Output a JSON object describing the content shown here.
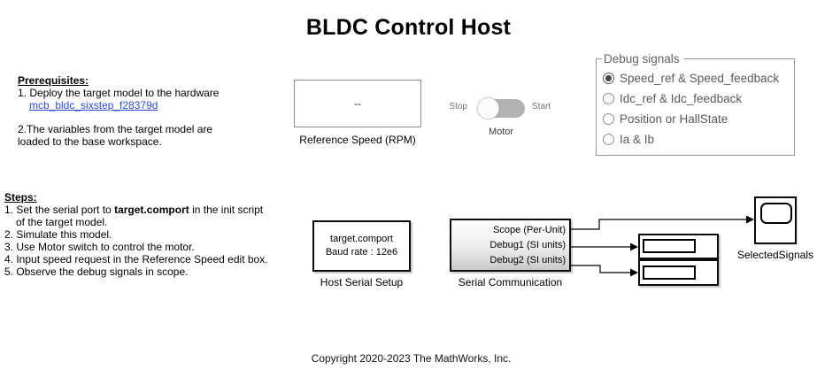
{
  "title": "BLDC Control Host",
  "prerequisites": {
    "heading": "Prerequisites:",
    "line1": "1. Deploy the target model to the hardware",
    "link": "mcb_bldc_sixstep_f28379d",
    "line2a": "2.The variables from the target model are",
    "line2b": "loaded to the base workspace."
  },
  "steps": {
    "heading": "Steps:",
    "step1_prefix": "1. Set the serial port to ",
    "step1_bold": "target.comport",
    "step1_suffix": " in the init script",
    "step1_cont": "of the target model.",
    "step2": "2. Simulate this model.",
    "step3": "3. Use Motor switch to control the motor.",
    "step4": "4. Input speed request in the Reference Speed edit box.",
    "step5": "5. Observe the debug signals in scope."
  },
  "reference_speed": {
    "value": "--",
    "label": "Reference Speed (RPM)"
  },
  "motor_switch": {
    "off_label": "Stop",
    "on_label": "Start",
    "label": "Motor",
    "state": "Stop"
  },
  "debug_signals": {
    "legend": "Debug signals",
    "options": [
      {
        "label": "Speed_ref & Speed_feedback",
        "selected": true
      },
      {
        "label": "Idc_ref & Idc_feedback",
        "selected": false
      },
      {
        "label": "Position or HallState",
        "selected": false
      },
      {
        "label": "Ia & Ib",
        "selected": false
      }
    ]
  },
  "host_serial_setup": {
    "line1": "target.comport",
    "line2": "Baud rate : 12e6",
    "label": "Host Serial Setup"
  },
  "serial_communication": {
    "label": "Serial Communication",
    "ports": [
      "Scope (Per-Unit)",
      "Debug1 (SI units)",
      "Debug2 (SI units)"
    ]
  },
  "scope_block": {
    "label": "SelectedSignals"
  },
  "copyright": "Copyright 2020-2023 The MathWorks, Inc.",
  "colors": {
    "link_blue": "#2b4bd7",
    "radio_text": "#5a5a5a",
    "switch_track": "#b2b2b2",
    "block_border": "#0d0d0d",
    "wire": "#000000"
  }
}
